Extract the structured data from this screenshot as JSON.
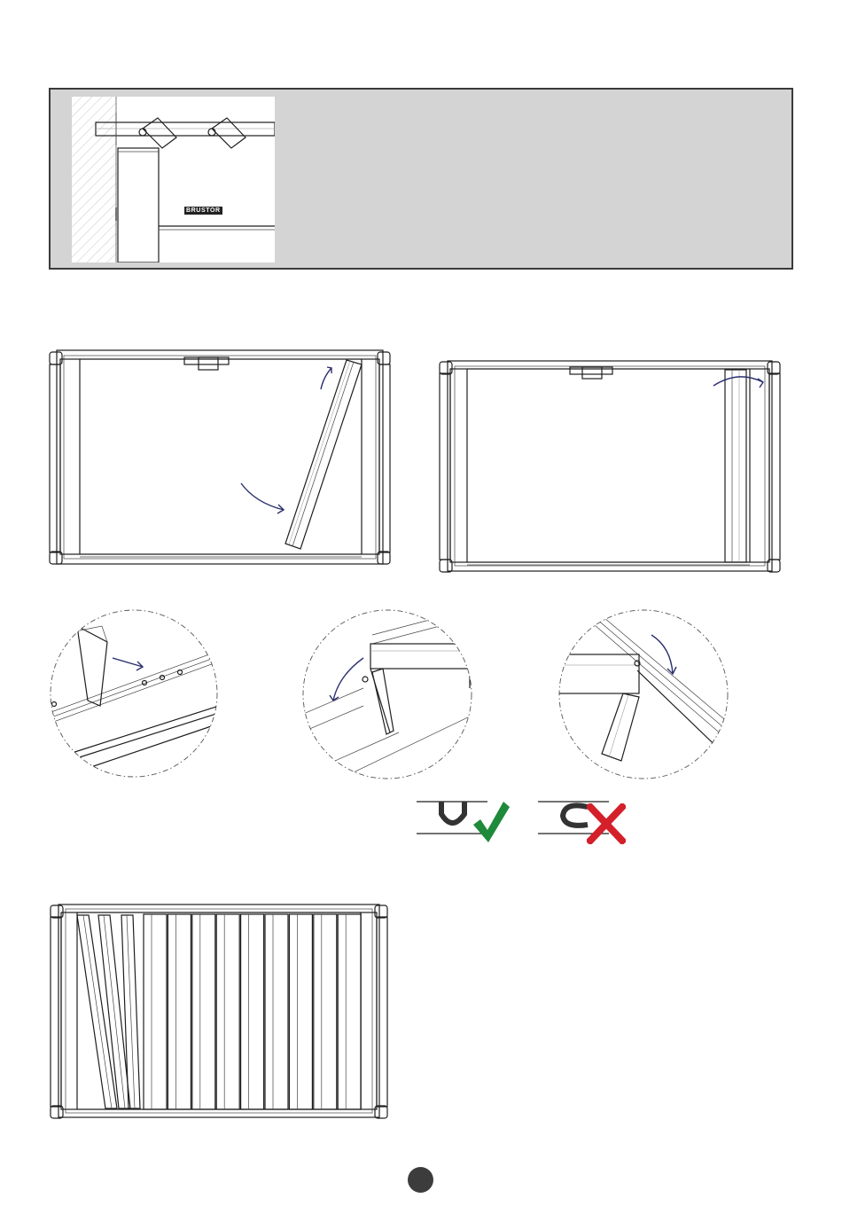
{
  "header_panel": {
    "brand_label": "BRUSTOR",
    "background_color": "#d4d4d4"
  },
  "diagrams": {
    "step1": "frame-with-tilted-blade",
    "step2": "frame-with-blade-inserted",
    "detail_views": [
      "blade-slide-detail",
      "blade-corner-tilt-detail",
      "blade-hook-detail"
    ],
    "step3": "frame-with-all-blades"
  },
  "seal_check": {
    "correct_mark": "check-icon",
    "wrong_mark": "cross-icon",
    "correct_color": "#1e8a3a",
    "wrong_color": "#d4202a"
  },
  "page_badge": {
    "color": "#3c3c3c"
  }
}
